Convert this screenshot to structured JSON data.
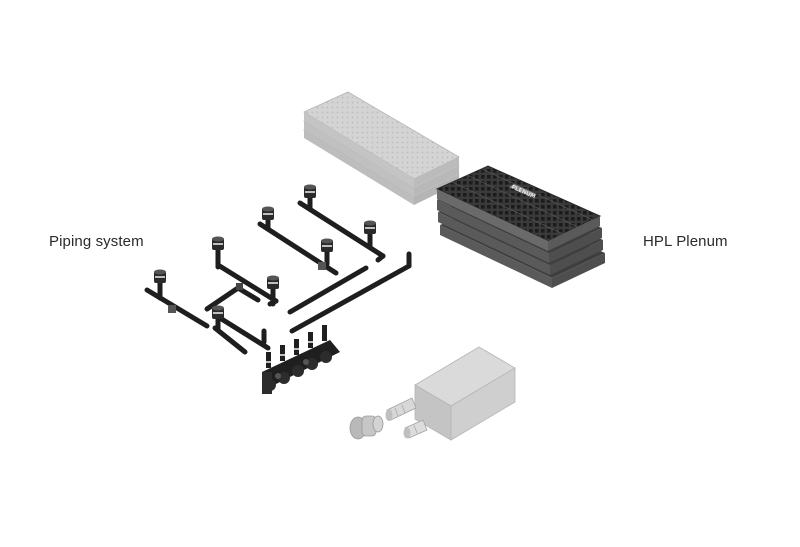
{
  "labels": {
    "piping": "Piping system",
    "plenum": "HPL Plenum"
  },
  "plenum_brand": "PLENUM",
  "colors": {
    "pipe": "#1e1e1e",
    "plenum_dark": "#4a4a4a",
    "plenum_light": "#cfcfcf",
    "tank": "#d2d2d2",
    "text": "#2a2a2a"
  },
  "icons": [
    "piping-system-icon",
    "plenum-panel-icon",
    "tank-icon"
  ]
}
